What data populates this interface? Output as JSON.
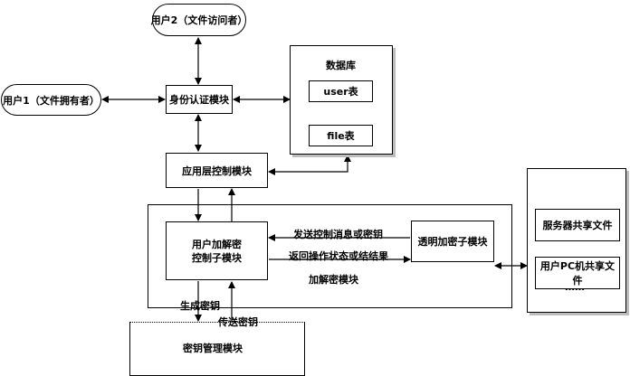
{
  "user2": "用户2（文件访问者）",
  "user1": "用户1（文件拥有者）",
  "auth": "身份认证模块",
  "database": {
    "title": "数据库",
    "table1": "user表",
    "table2": "file表"
  },
  "app_ctrl": "应用层控制模块",
  "crypto_ctrl": "用户加解密\n控制子模块",
  "send_msg": "发送控制消息或密钥",
  "return_msg": "返回操作状态或结结果",
  "transparent": "透明加密子模块",
  "crypto_module": "加解密模块",
  "gen_key": "生成密钥",
  "send_key": "传送密钥",
  "key_mgmt": "密钥管理模块",
  "shared": {
    "server": "服务器共享文件",
    "pc": "用户PC机共享文件",
    "more": "……"
  }
}
